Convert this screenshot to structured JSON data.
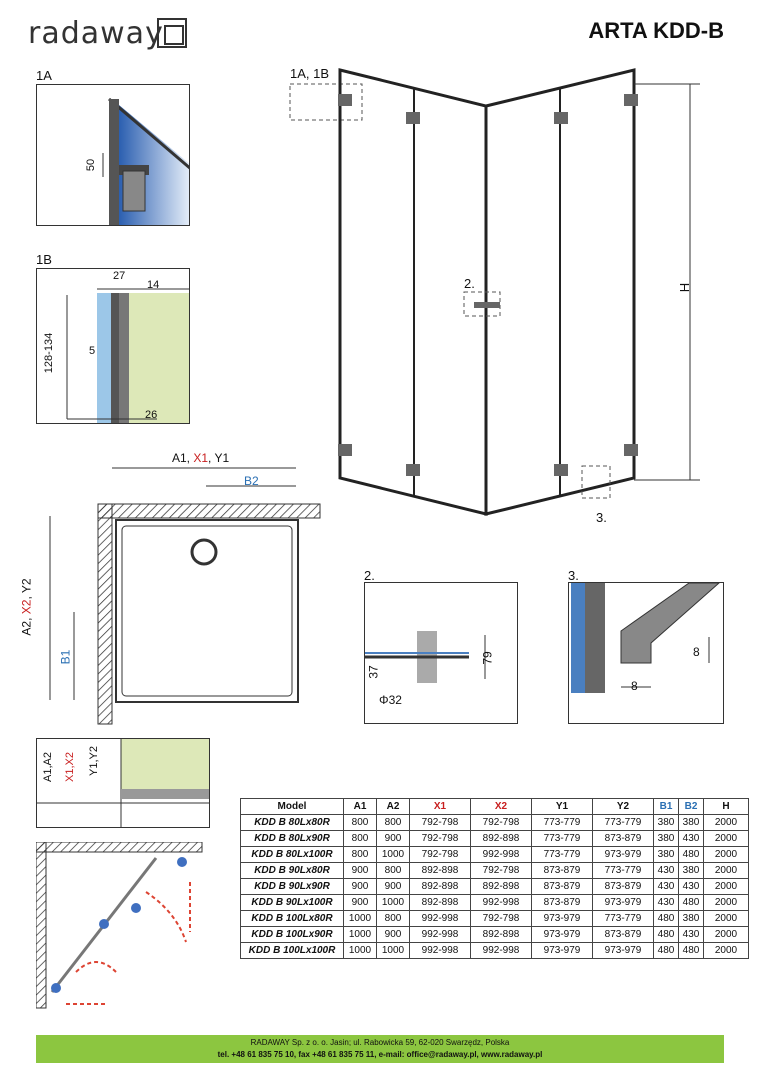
{
  "header": {
    "brand": "radaway",
    "title": "ARTA KDD-B"
  },
  "details": {
    "d1a": "1A",
    "d1b": "1B",
    "d1a1b": "1A, 1B",
    "d2": "2.",
    "d3": "3.",
    "dim_50": "50",
    "dim_27": "27",
    "dim_14": "14",
    "dim_128_134": "128-134",
    "dim_5": "5",
    "dim_26": "26",
    "dim_h": "H",
    "dim_37": "37",
    "dim_79": "79",
    "dim_phi32": "Φ32",
    "dim_8a": "8",
    "dim_8b": "8"
  },
  "plan": {
    "a1": "A1, ",
    "x1": "X1",
    "y1": ", Y1",
    "b2": "B2",
    "a2": "A2, ",
    "x2": "X2",
    "y2": ", Y2",
    "b1": "B1"
  },
  "side": {
    "a1a2": "A1,A2",
    "x1x2": "X1,X2",
    "y1y2": "Y1,Y2"
  },
  "table": {
    "headers": [
      "Model",
      "A1",
      "A2",
      "X1",
      "X2",
      "Y1",
      "Y2",
      "B1",
      "B2",
      "H"
    ],
    "rows": [
      [
        "KDD B 80Lx80R",
        "800",
        "800",
        "792-798",
        "792-798",
        "773-779",
        "773-779",
        "380",
        "380",
        "2000"
      ],
      [
        "KDD B 80Lx90R",
        "800",
        "900",
        "792-798",
        "892-898",
        "773-779",
        "873-879",
        "380",
        "430",
        "2000"
      ],
      [
        "KDD B 80Lx100R",
        "800",
        "1000",
        "792-798",
        "992-998",
        "773-779",
        "973-979",
        "380",
        "480",
        "2000"
      ],
      [
        "KDD B 90Lx80R",
        "900",
        "800",
        "892-898",
        "792-798",
        "873-879",
        "773-779",
        "430",
        "380",
        "2000"
      ],
      [
        "KDD B 90Lx90R",
        "900",
        "900",
        "892-898",
        "892-898",
        "873-879",
        "873-879",
        "430",
        "430",
        "2000"
      ],
      [
        "KDD B 90Lx100R",
        "900",
        "1000",
        "892-898",
        "992-998",
        "873-879",
        "973-979",
        "430",
        "480",
        "2000"
      ],
      [
        "KDD B 100Lx80R",
        "1000",
        "800",
        "992-998",
        "792-798",
        "973-979",
        "773-779",
        "480",
        "380",
        "2000"
      ],
      [
        "KDD B 100Lx90R",
        "1000",
        "900",
        "992-998",
        "892-898",
        "973-979",
        "873-879",
        "480",
        "430",
        "2000"
      ],
      [
        "KDD B 100Lx100R",
        "1000",
        "1000",
        "992-998",
        "992-998",
        "973-979",
        "973-979",
        "480",
        "480",
        "2000"
      ]
    ]
  },
  "footer": {
    "line1": "RADAWAY Sp. z o. o. Jasin; ul. Rabowicka 59, 62-020 Swarzędz, Polska",
    "line2": "tel. +48 61 835 75 10, fax +48 61 835 75 11, e-mail: office@radaway.pl, www.radaway.pl"
  },
  "colors": {
    "accent_green": "#8cc640",
    "red": "#c81e1e",
    "blue": "#2a6fb3"
  }
}
